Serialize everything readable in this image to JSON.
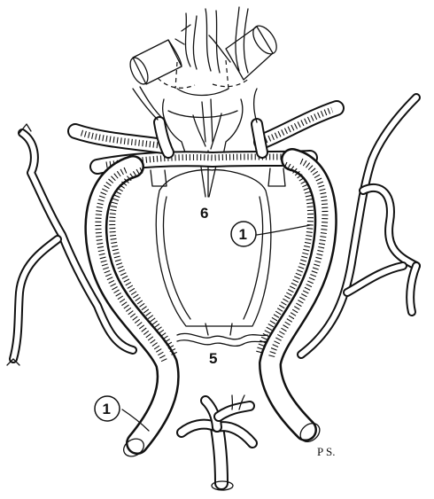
{
  "labels": {
    "circled_1_upper": "1",
    "circled_1_lower": "1",
    "label_5": "5",
    "label_6": "6",
    "signature": "P S."
  },
  "colors": {
    "ink": "#111111",
    "paper": "#ffffff"
  }
}
